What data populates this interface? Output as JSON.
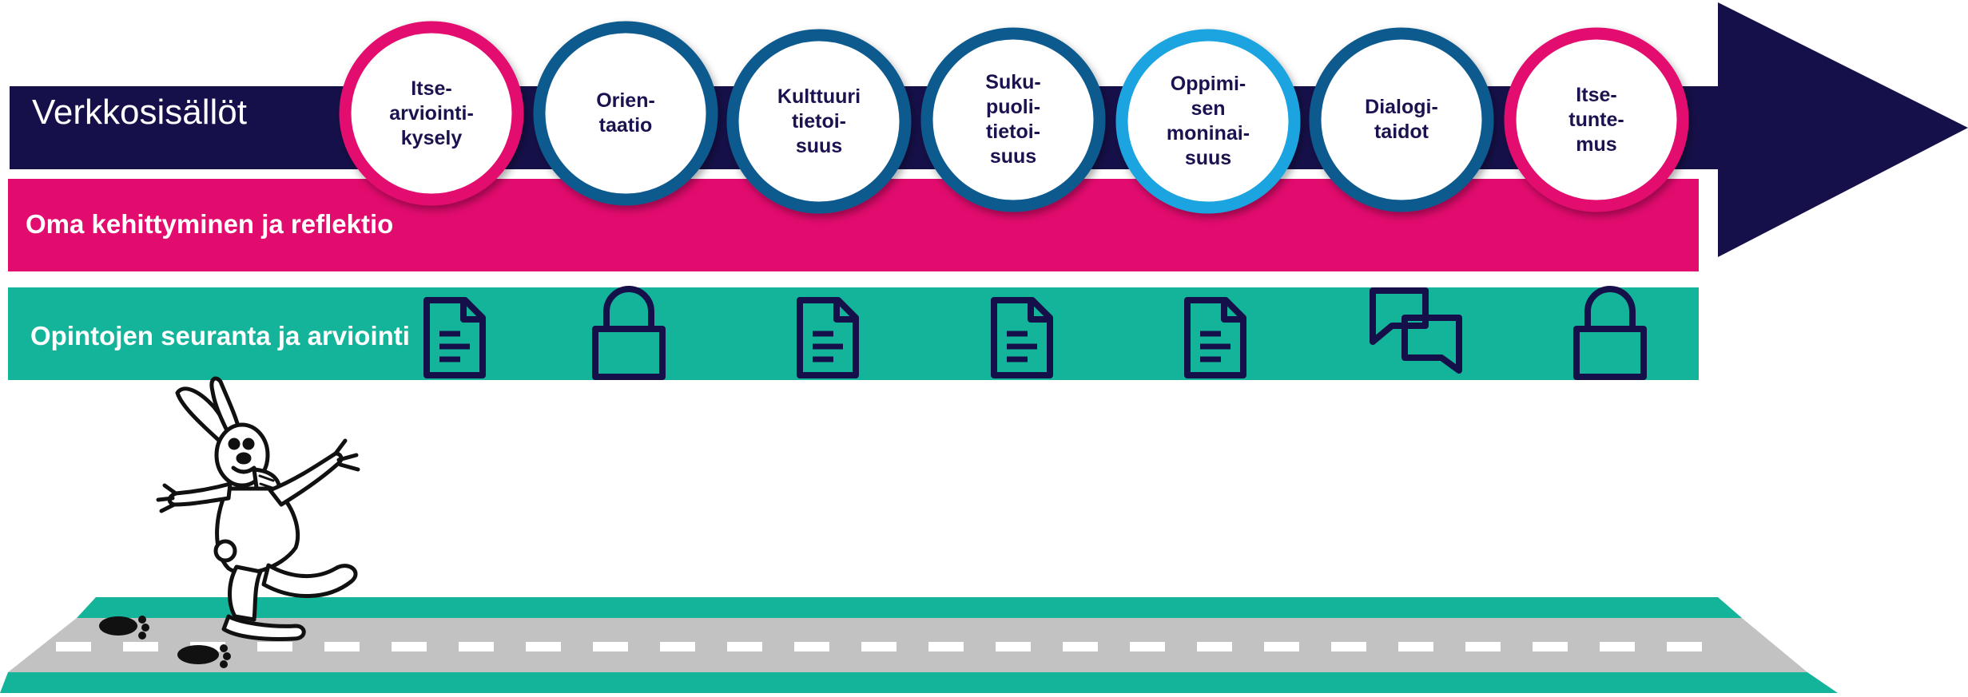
{
  "arrow": {
    "label": "Verkkosisällöt",
    "color": "#16104a"
  },
  "pink_band": {
    "label": "Oma kehittyminen ja reflektio",
    "color": "#e20b6e"
  },
  "teal_band": {
    "label": "Opintojen seuranta ja arviointi",
    "color": "#13b49a"
  },
  "modules": [
    {
      "label": "Itse-\narviointi-\nkysely",
      "ring": "#e20b6e",
      "icon": "document-icon"
    },
    {
      "label": "Orien-\ntaatio",
      "ring": "#0e5a8f",
      "icon": "lock-icon"
    },
    {
      "label": "Kulttuuri\ntietoi-\nsuus",
      "ring": "#0e5a8f",
      "icon": "document-icon"
    },
    {
      "label": "Suku-\npuoli-\ntietoi-\nsuus",
      "ring": "#0e5a8f",
      "icon": "document-icon"
    },
    {
      "label": "Oppimi-\nsen\nmoninai-\nsuus",
      "ring": "#1aa4e0",
      "icon": "document-icon"
    },
    {
      "label": "Dialogi-\ntaidot",
      "ring": "#0e5a8f",
      "icon": "chat-bubbles-icon"
    },
    {
      "label": "Itse-\ntunte-\nmus",
      "ring": "#e20b6e",
      "icon": "lock-icon"
    }
  ],
  "road": {
    "edge_color": "#13b49a",
    "asphalt_color": "#c2c2c2",
    "dash_color": "#ffffff"
  },
  "character": {
    "icon": "hopping-rabbit-icon"
  }
}
